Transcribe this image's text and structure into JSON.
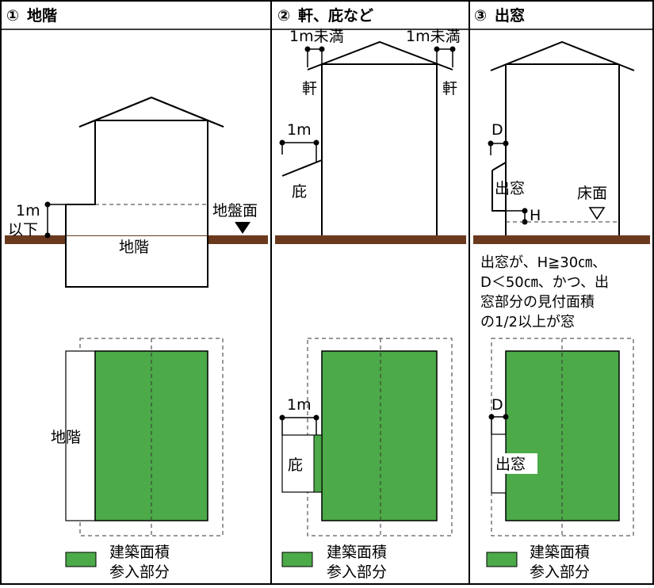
{
  "colors": {
    "ground": "#6b3a1e",
    "area": "#4caa48",
    "line": "#000000",
    "dash": "#333333",
    "background": "#ffffff"
  },
  "icons": {
    "panel_marker_1": "circled-digit-one",
    "panel_marker_2": "circled-digit-two",
    "panel_marker_3": "circled-digit-three",
    "ground_level_marker": "filled-down-triangle",
    "floor_level_marker": "outline-down-triangle"
  },
  "panels": [
    {
      "marker": "①",
      "title": "地階",
      "elevation": {
        "height_label_1": "1m",
        "height_label_2": "以下",
        "ground_label": "地盤面",
        "basement_label": "地階"
      },
      "plan": {
        "basement_label": "地階"
      },
      "legend": {
        "line1": "建築面積",
        "line2": "参入部分"
      }
    },
    {
      "marker": "②",
      "title": "軒、庇など",
      "elevation": {
        "eave_dim_left": "1m未満",
        "eave_dim_right": "1m未満",
        "eave_left": "軒",
        "eave_right": "軒",
        "canopy_dim": "1m",
        "canopy_label": "庇"
      },
      "plan": {
        "canopy_dim": "1m",
        "canopy_label": "庇"
      },
      "legend": {
        "line1": "建築面積",
        "line2": "参入部分"
      }
    },
    {
      "marker": "③",
      "title": "出窓",
      "elevation": {
        "depth_label": "D",
        "bay_label": "出窓",
        "height_label": "H",
        "floor_label": "床面"
      },
      "note": [
        "出窓が、H≧30㎝、",
        "D＜50㎝、かつ、出",
        "窓部分の見付面積",
        "の1/2以上が窓"
      ],
      "plan": {
        "depth_label": "D",
        "bay_label": "出窓"
      },
      "legend": {
        "line1": "建築面積",
        "line2": "参入部分"
      }
    }
  ]
}
